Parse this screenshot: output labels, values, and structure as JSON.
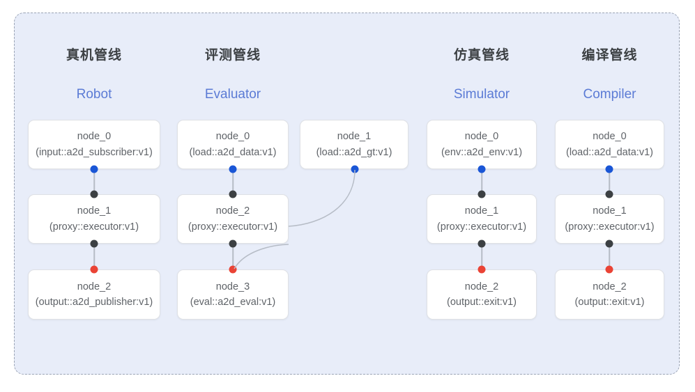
{
  "diagram": {
    "frame_label": "pipeline-container",
    "background_color": "#e8edf9",
    "border_color": "#9aa3b4",
    "accent_blue": "#1a56d6",
    "accent_red": "#ea4335",
    "accent_black": "#3c4043",
    "subtitle_color": "#5b7bd5"
  },
  "columns": [
    {
      "title": "真机管线",
      "subtitle": "Robot",
      "nodes": [
        {
          "name": "node_0",
          "type": "(input::a2d_subscriber:v1)"
        },
        {
          "name": "node_1",
          "type": "(proxy::executor:v1)"
        },
        {
          "name": "node_2",
          "type": "(output::a2d_publisher:v1)"
        }
      ]
    },
    {
      "title": "评测管线",
      "subtitle": "Evaluator",
      "nodes": [
        {
          "name": "node_0",
          "type": "(load::a2d_data:v1)"
        },
        {
          "name": "node_2",
          "type": "(proxy::executor:v1)"
        },
        {
          "name": "node_3",
          "type": "(eval::a2d_eval:v1)"
        }
      ],
      "side_nodes": [
        {
          "name": "node_1",
          "type": "(load::a2d_gt:v1)"
        }
      ]
    },
    {
      "title": "仿真管线",
      "subtitle": "Simulator",
      "nodes": [
        {
          "name": "node_0",
          "type": "(env::a2d_env:v1)"
        },
        {
          "name": "node_1",
          "type": "(proxy::executor:v1)"
        },
        {
          "name": "node_2",
          "type": "(output::exit:v1)"
        }
      ]
    },
    {
      "title": "编译管线",
      "subtitle": "Compiler",
      "nodes": [
        {
          "name": "node_0",
          "type": "(load::a2d_data:v1)"
        },
        {
          "name": "node_1",
          "type": "(proxy::executor:v1)"
        },
        {
          "name": "node_2",
          "type": "(output::exit:v1)"
        }
      ]
    }
  ]
}
